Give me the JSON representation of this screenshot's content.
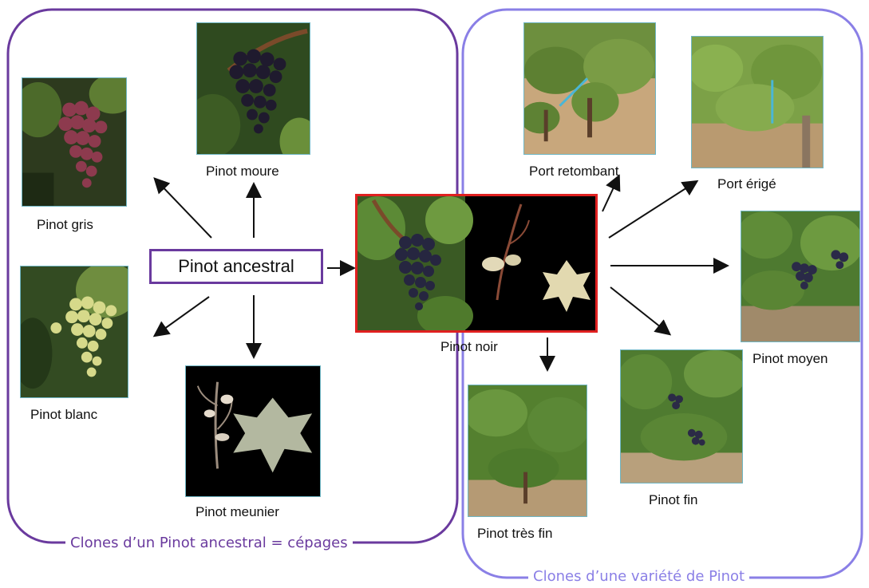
{
  "center_node": "Pinot ancestral",
  "left_group_caption": "Clones d’un Pinot ancestral = cépages",
  "right_group_caption": "Clones d’une variété de Pinot",
  "cepages": [
    "Pinot gris",
    "Pinot moure",
    "Pinot blanc",
    "Pinot meunier"
  ],
  "hub": "Pinot noir",
  "clones": [
    "Port retombant",
    "Port érigé",
    "Pinot moyen",
    "Pinot fin",
    "Pinot très fin"
  ],
  "colors": {
    "left_group": "#6a3a9e",
    "right_group": "#8a7fe6",
    "hub_border": "#e02020",
    "photo_border": "#6fb6c4"
  }
}
